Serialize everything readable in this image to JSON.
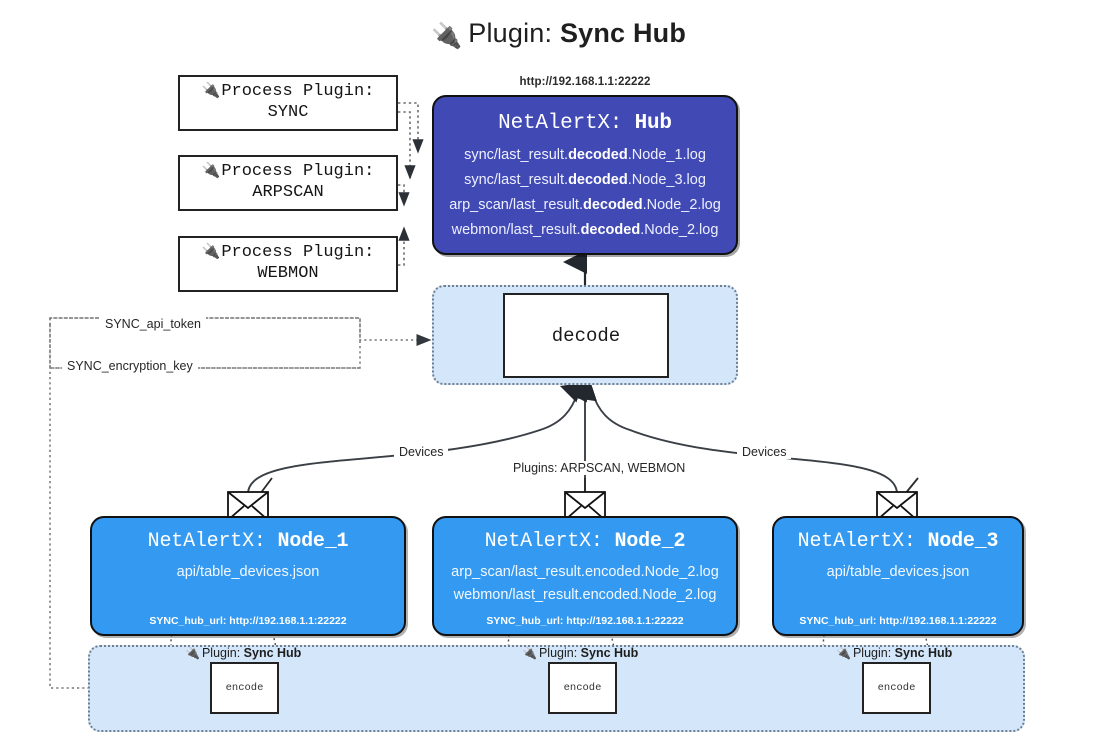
{
  "title": {
    "icon": "plug-icon",
    "prefix": "Plugin:",
    "name": "Sync Hub",
    "glyph": "🔌"
  },
  "process_plugins": [
    {
      "line1_prefix": "Process Plugin:",
      "line2": "SYNC",
      "icon": "plug-icon",
      "glyph": "🔌"
    },
    {
      "line1_prefix": "Process Plugin:",
      "line2": "ARPSCAN",
      "icon": "plug-icon",
      "glyph": "🔌"
    },
    {
      "line1_prefix": "Process Plugin:",
      "line2": "WEBMON",
      "icon": "plug-icon",
      "glyph": "🔌"
    }
  ],
  "hub": {
    "url": "http://192.168.1.1:22222",
    "title_prefix": "NetAlertX:",
    "title_name": "Hub",
    "bg_color": "#4049b4",
    "logs": [
      {
        "pre": "sync/last_result.",
        "mid": "decoded",
        "post": ".Node_1.log"
      },
      {
        "pre": "sync/last_result.",
        "mid": "decoded",
        "post": ".Node_3.log"
      },
      {
        "pre": "arp_scan/last_result.",
        "mid": "decoded",
        "post": ".Node_2.log"
      },
      {
        "pre": "webmon/last_result.",
        "mid": "decoded",
        "post": ".Node_2.log"
      }
    ]
  },
  "decode": {
    "label": "decode",
    "container_color": "#d4e7fa"
  },
  "secrets": [
    {
      "label": "SYNC_api_token"
    },
    {
      "label": "SYNC_encryption_key"
    }
  ],
  "edge_labels": {
    "devices_left": "Devices",
    "devices_right": "Devices",
    "plugins_center": "Plugins: ARPSCAN, WEBMON"
  },
  "nodes": [
    {
      "title_prefix": "NetAlertX:",
      "title_name": "Node_1",
      "lines": [
        "api/table_devices.json"
      ],
      "footer": "SYNC_hub_url: http://192.168.1.1:22222",
      "bg_color": "#3399f1",
      "mail_icon": "envelope-icon"
    },
    {
      "title_prefix": "NetAlertX:",
      "title_name": "Node_2",
      "lines": [
        "arp_scan/last_result.encoded.Node_2.log",
        "webmon/last_result.encoded.Node_2.log"
      ],
      "footer": "SYNC_hub_url: http://192.168.1.1:22222",
      "bg_color": "#3399f1",
      "mail_icon": "envelope-icon"
    },
    {
      "title_prefix": "NetAlertX:",
      "title_name": "Node_3",
      "lines": [
        "api/table_devices.json"
      ],
      "footer": "SYNC_hub_url: http://192.168.1.1:22222",
      "bg_color": "#3399f1",
      "mail_icon": "envelope-icon"
    }
  ],
  "encoders": [
    {
      "plugin_prefix": "Plugin:",
      "plugin_name": "Sync Hub",
      "box_label": "encode",
      "glyph": "🔌"
    },
    {
      "plugin_prefix": "Plugin:",
      "plugin_name": "Sync Hub",
      "box_label": "encode",
      "glyph": "🔌"
    },
    {
      "plugin_prefix": "Plugin:",
      "plugin_name": "Sync Hub",
      "box_label": "encode",
      "glyph": "🔌"
    }
  ]
}
